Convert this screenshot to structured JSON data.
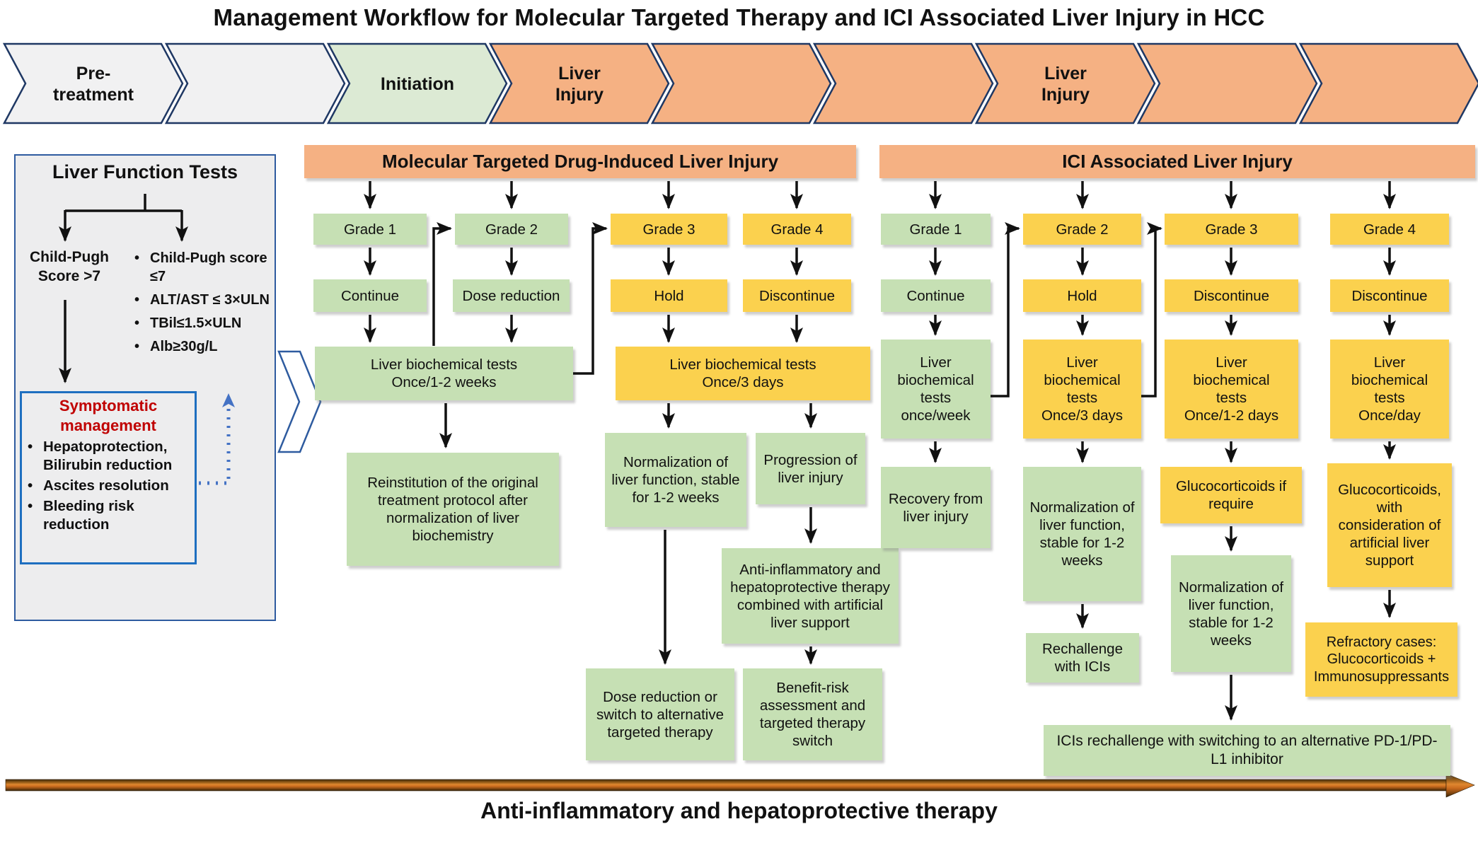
{
  "title": "Management Workflow for Molecular Targeted Therapy and ICI Associated Liver Injury in HCC",
  "chevrons": {
    "labels": [
      "Pre-\ntreatment",
      "",
      "Initiation",
      "Liver\nInjury",
      "",
      "",
      "Liver\nInjury",
      "",
      ""
    ]
  },
  "left_panel": {
    "title": "Liver Function Tests",
    "child_pugh_high": "Child-Pugh Score >7",
    "criteria": [
      "Child-Pugh score ≤7",
      "ALT/AST ≤ 3×ULN",
      "TBil≤1.5×ULN",
      "Alb≥30g/L"
    ],
    "symptomatic_title": "Symptomatic management",
    "symptomatic_items": [
      "Hepatoprotection, Bilirubin reduction",
      "Ascites resolution",
      "Bleeding risk reduction"
    ]
  },
  "molecular": {
    "header": "Molecular Targeted Drug-Induced Liver Injury",
    "grades": [
      "Grade 1",
      "Grade 2",
      "Grade 3",
      "Grade 4"
    ],
    "actions": [
      "Continue",
      "Dose reduction",
      "Hold",
      "Discontinue"
    ],
    "monitor_g12": "Liver biochemical tests\nOnce/1-2 weeks",
    "monitor_g34": "Liver biochemical tests\nOnce/3 days",
    "reinstitution": "Reinstitution of the original treatment protocol after normalization of liver biochemistry",
    "normalization": "Normalization of liver function, stable for 1-2 weeks",
    "progression": "Progression of liver injury",
    "anti_inflammatory": "Anti-inflammatory and hepatoprotective therapy combined with artificial liver support",
    "dose_switch": "Dose reduction or switch to alternative targeted therapy",
    "benefit_risk": "Benefit-risk assessment and targeted therapy switch"
  },
  "ici": {
    "header": "ICI Associated Liver Injury",
    "grades": [
      "Grade 1",
      "Grade 2",
      "Grade 3",
      "Grade 4"
    ],
    "actions": [
      "Continue",
      "Hold",
      "Discontinue",
      "Discontinue"
    ],
    "monitors": [
      "Liver\nbiochemical\ntests\nonce/week",
      "Liver\nbiochemical\ntests\nOnce/3 days",
      "Liver\nbiochemical\ntests\nOnce/1-2 days",
      "Liver\nbiochemical\ntests\nOnce/day"
    ],
    "recovery": "Recovery from liver injury",
    "normalization_g2": "Normalization of liver function, stable for 1-2 weeks",
    "rechallenge": "Rechallenge with ICIs",
    "glucocorticoids_g3": "Glucocorticoids if require",
    "normalization_g3": "Normalization of liver function, stable for 1-2 weeks",
    "glucocorticoids_g4": "Glucocorticoids, with consideration of artificial liver support",
    "refractory": "Refractory cases: Glucocorticoids + Immunosuppressants",
    "rechallenge_switch": "ICIs rechallenge with switching to an alternative PD-1/PD-L1 inhibitor"
  },
  "bottom": {
    "label": "Anti-inflammatory and hepatoprotective therapy"
  },
  "colors": {
    "box_green": "#C6E0B4",
    "box_yellow": "#FBD14E",
    "header_orange": "#F5B183",
    "chevron_gray": "#F1F1F2",
    "chevron_green": "#DCEAD4",
    "chevron_border_navy": "#1F3864",
    "panel_gray": "#EDEDEE",
    "panel_border_blue": "#2E5B9F",
    "symptomatic_border_blue": "#1E6FC0",
    "symptomatic_red": "#C00000",
    "dashed_arrow_blue": "#4472C4",
    "bottom_arrow_brown": "#C55A11"
  }
}
